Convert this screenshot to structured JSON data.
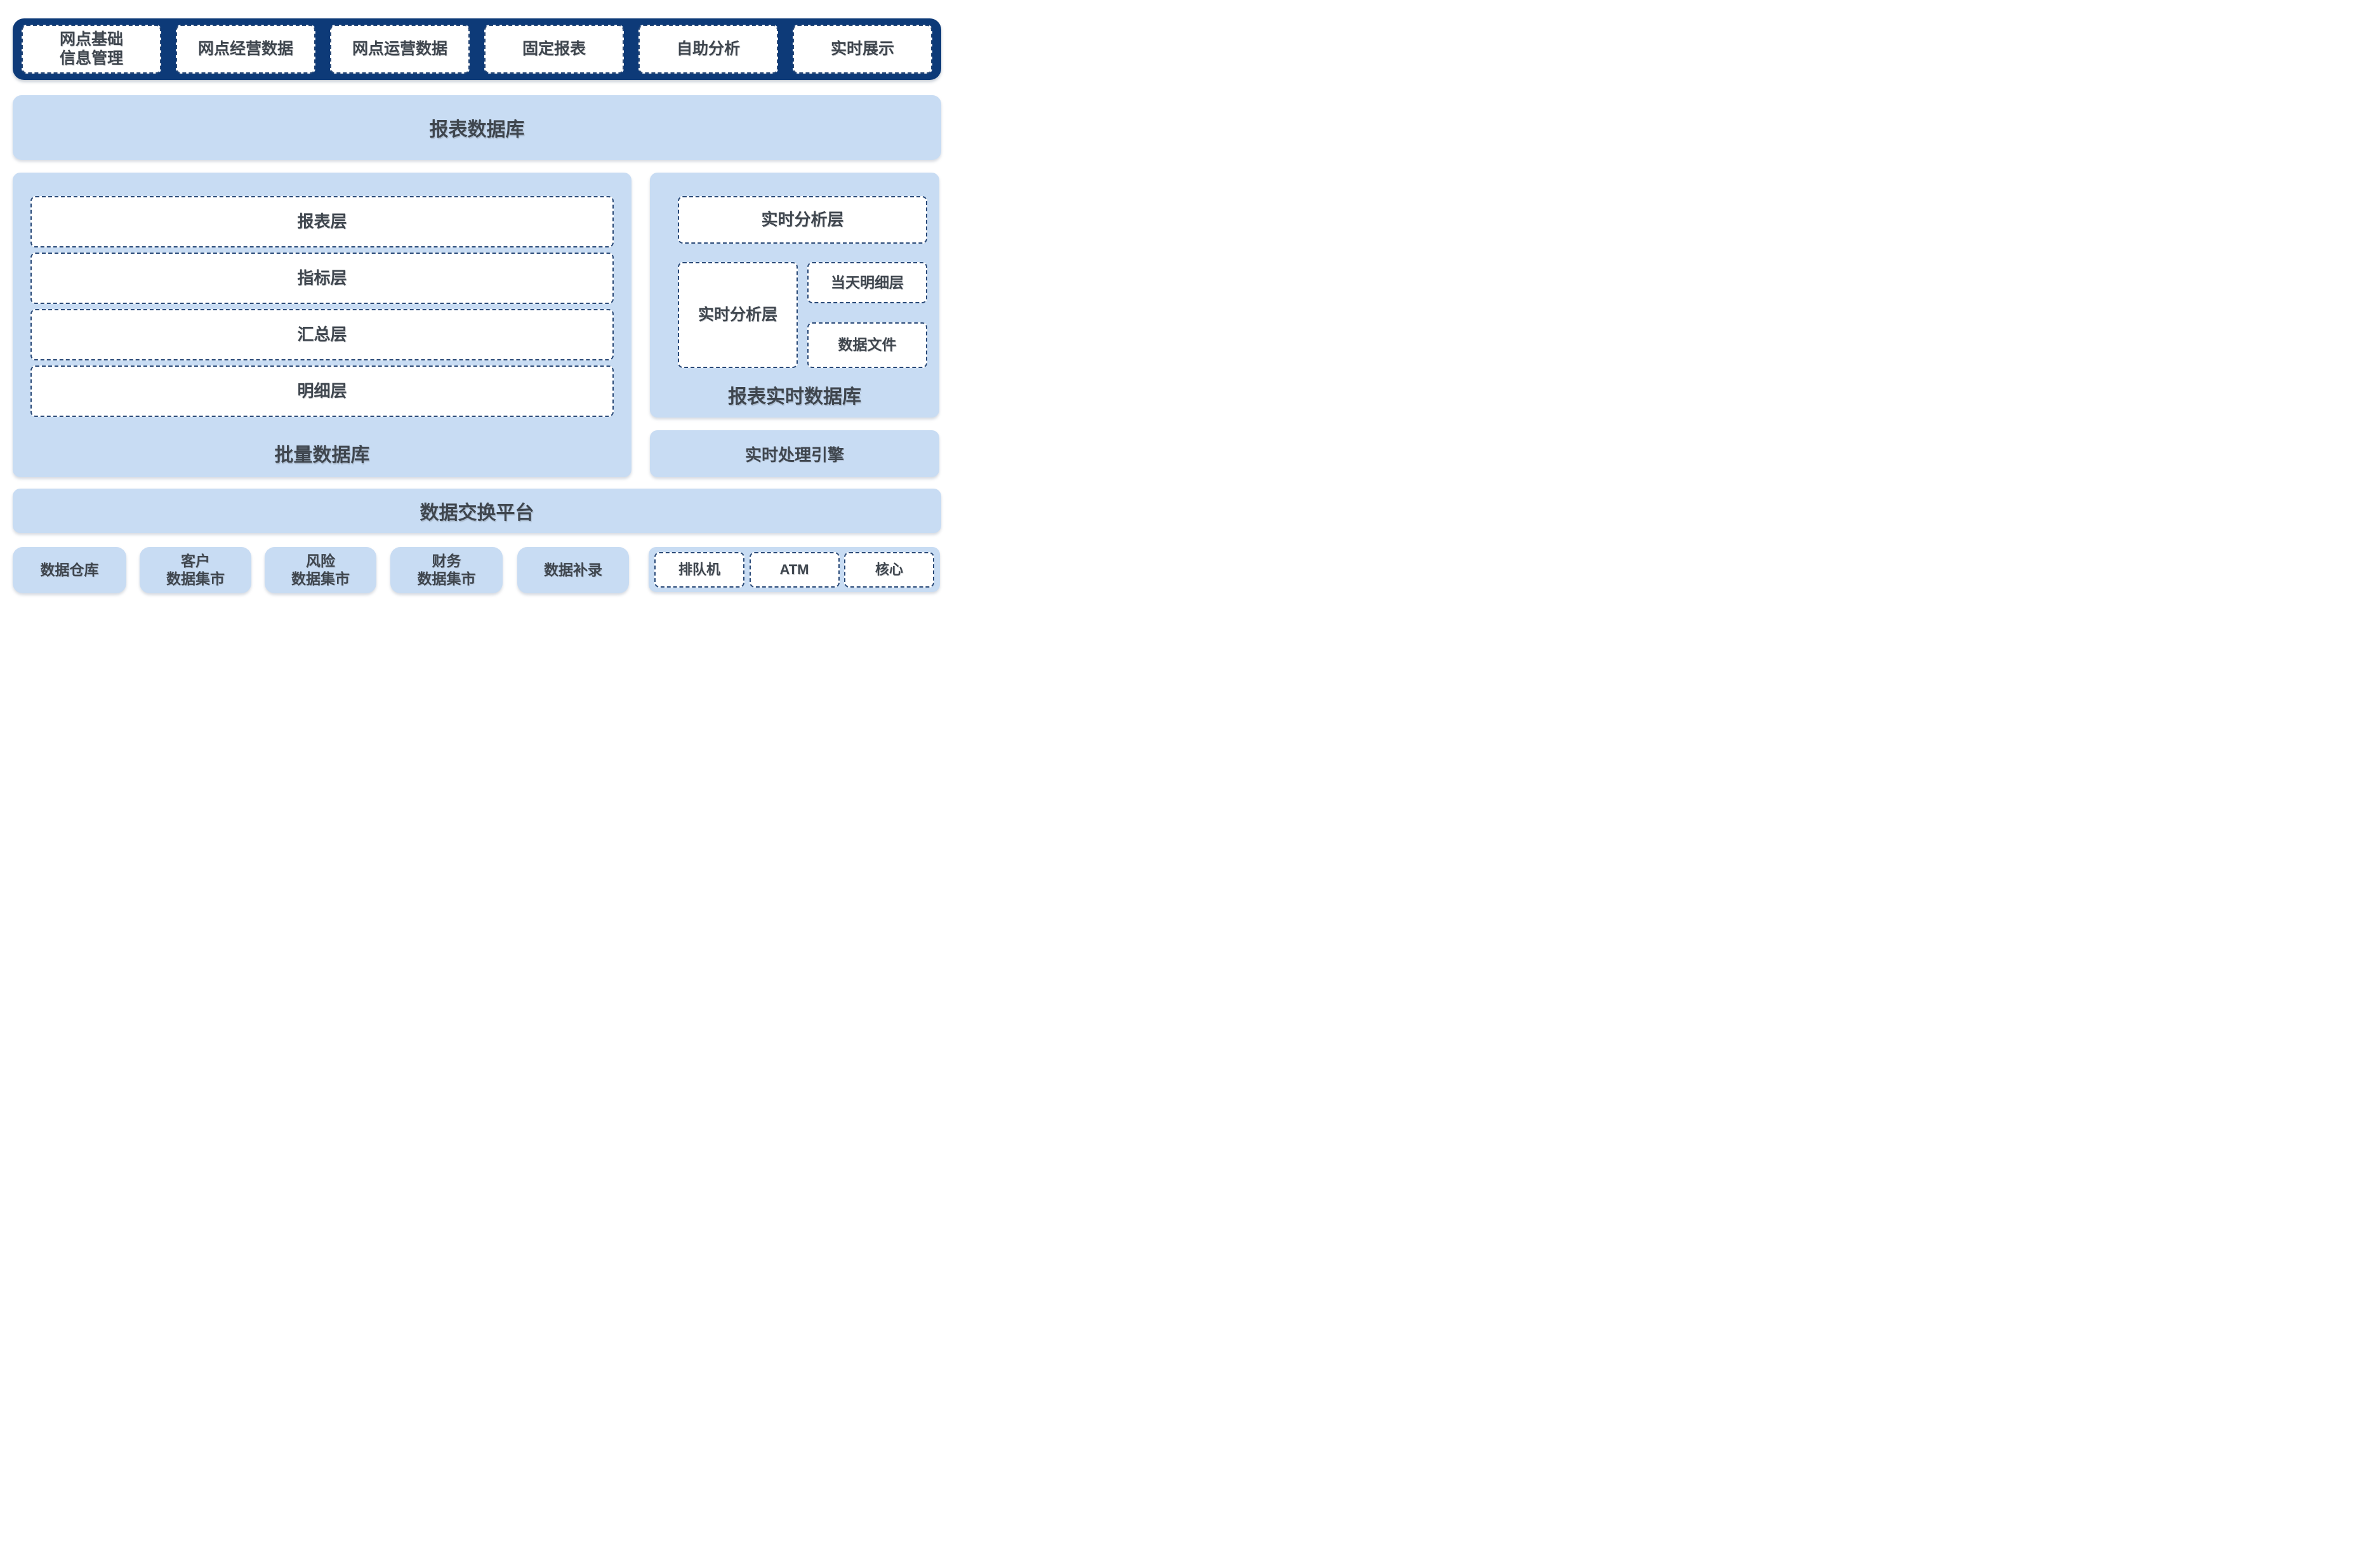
{
  "colors": {
    "navy": "#0d3a78",
    "light_blue": "#c8dcf3",
    "text": "#3f464e",
    "dashed_border": "#2a4a78",
    "white": "#ffffff"
  },
  "top_bar": {
    "items": [
      {
        "label": "网点基础\n信息管理"
      },
      {
        "label": "网点经营数据"
      },
      {
        "label": "网点运营数据"
      },
      {
        "label": "固定报表"
      },
      {
        "label": "自助分析"
      },
      {
        "label": "实时展示"
      }
    ]
  },
  "report_db": {
    "label": "报表数据库"
  },
  "batch_panel": {
    "layers": [
      "报表层",
      "指标层",
      "汇总层",
      "明细层"
    ],
    "label": "批量数据库"
  },
  "realtime_panel": {
    "top_box": "实时分析层",
    "left_box": "实时分析层",
    "right_top_box": "当天明细层",
    "right_bottom_box": "数据文件",
    "label": "报表实时数据库"
  },
  "realtime_engine": {
    "label": "实时处理引擎"
  },
  "exchange_platform": {
    "label": "数据交换平台"
  },
  "bottom_row": {
    "sources": [
      "数据仓库",
      "客户\n数据集市",
      "风险\n数据集市",
      "财务\n数据集市",
      "数据补录"
    ],
    "channels": [
      "排队机",
      "ATM",
      "核心"
    ]
  }
}
